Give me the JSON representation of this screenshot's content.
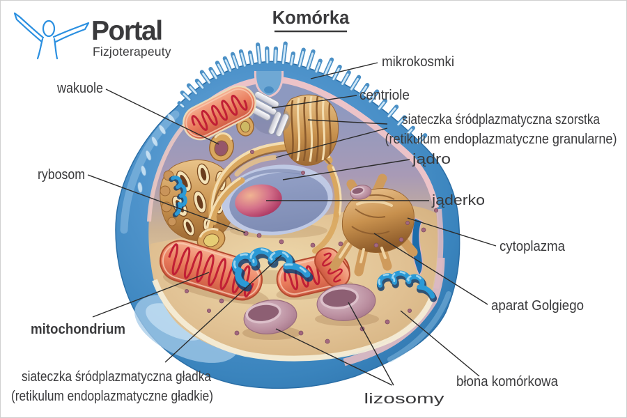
{
  "header": {
    "logo": {
      "brand": "Portal",
      "subtitle": "Fizjoterapeuty"
    },
    "title": "Komórka"
  },
  "colors": {
    "logo_blue": "#2a8fe0",
    "membrane_blue": "#4e93cb",
    "cytoplasm_tan": "#e3c89e",
    "label_text": "#3a3a3c"
  },
  "labels": {
    "mikrokosmki": "mikrokosmki",
    "centriole": "centriole",
    "szorstka1": "siateczka śródplazmatyczna szorstka",
    "szorstka2": "(retikulum endoplazmatyczne granularne)",
    "jadro": "jądro",
    "jaderko": "jąderko",
    "cytoplazma": "cytoplazma",
    "aparat_golgiego": "aparat Golgiego",
    "blona_komorkowa": "błona komórkowa",
    "lizosomy": "lizosomy",
    "gladka1": "siateczka śródplazmatyczna gładka",
    "gladka2": "(retikulum endoplazmatyczne gładkie)",
    "mitochondrium": "mitochondrium",
    "rybosom": "rybosom",
    "wakuole": "wakuole"
  }
}
